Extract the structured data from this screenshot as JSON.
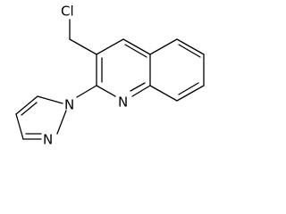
{
  "molecule": {
    "atoms": {
      "cl": "Cl",
      "n_quinoline": "N",
      "n_pyrazole_1": "N",
      "n_pyrazole_2": "N"
    }
  }
}
